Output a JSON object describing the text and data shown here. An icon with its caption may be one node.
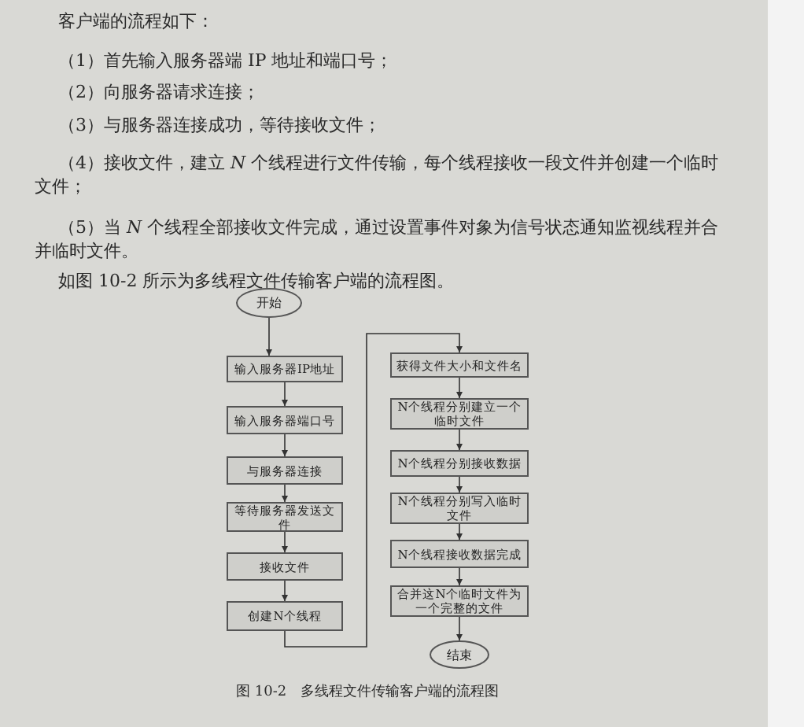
{
  "diagram": {
    "caption": "图 10-2　多线程文件传输客户端的流程图",
    "nodes": [
      {
        "text": [
          "开始"
        ]
      },
      {
        "text": [
          "输入服务器IP地址"
        ]
      },
      {
        "text": [
          "输入服务器端口号"
        ]
      },
      {
        "text": [
          "与服务器连接"
        ]
      },
      {
        "text": [
          "等待服务器发送文件"
        ]
      },
      {
        "text": [
          "接收文件"
        ]
      },
      {
        "text": [
          "创建N个线程"
        ]
      },
      {
        "text": [
          "获得文件大小和文件名"
        ]
      },
      {
        "text": [
          "N个线程分别建立一个临时文件"
        ]
      },
      {
        "text": [
          "N个线程分别接收数据"
        ]
      },
      {
        "text": [
          "N个线程分别写入临时文件"
        ]
      },
      {
        "text": [
          "N个线程接收数据完成"
        ]
      },
      {
        "text": [
          "合并这N个临时文件为一个完整的文件"
        ]
      },
      {
        "text": [
          "结束"
        ]
      }
    ],
    "edges": [
      {
        "from": 0,
        "to": 1,
        "arrow": "to"
      },
      {
        "from": 1,
        "to": 2,
        "arrow": "to"
      },
      {
        "from": 2,
        "to": 3,
        "arrow": "to"
      },
      {
        "from": 3,
        "to": 4,
        "arrow": "to"
      },
      {
        "from": 4,
        "to": 5,
        "arrow": "to"
      },
      {
        "from": 5,
        "to": 6,
        "arrow": "to"
      },
      {
        "from": 6,
        "to": 7,
        "arrow": "to"
      },
      {
        "from": 7,
        "to": 8,
        "arrow": "to"
      },
      {
        "from": 8,
        "to": 9,
        "arrow": "to"
      },
      {
        "from": 9,
        "to": 10,
        "arrow": "to"
      },
      {
        "from": 10,
        "to": 11,
        "arrow": "to"
      },
      {
        "from": 11,
        "to": 12,
        "arrow": "to"
      },
      {
        "from": 12,
        "to": 13,
        "arrow": "to"
      }
    ],
    "labels": [
      "客户端的流程如下：",
      "（1）首先输入服务器端 IP 地址和端口号；",
      "（2）向服务器请求连接；",
      "（3）与服务器连接成功，等待接收文件；",
      "（4）接收文件，建立 *N* 个线程进行文件传输，每个线程接收一段文件并创建一个临时文件；",
      "（5）当 *N* 个线程全部接收文件完成，通过设置事件对象为信号状态通知监视线程并合并临时文件。",
      "如图 10-2 所示为多线程文件传输客户端的流程图。"
    ]
  }
}
